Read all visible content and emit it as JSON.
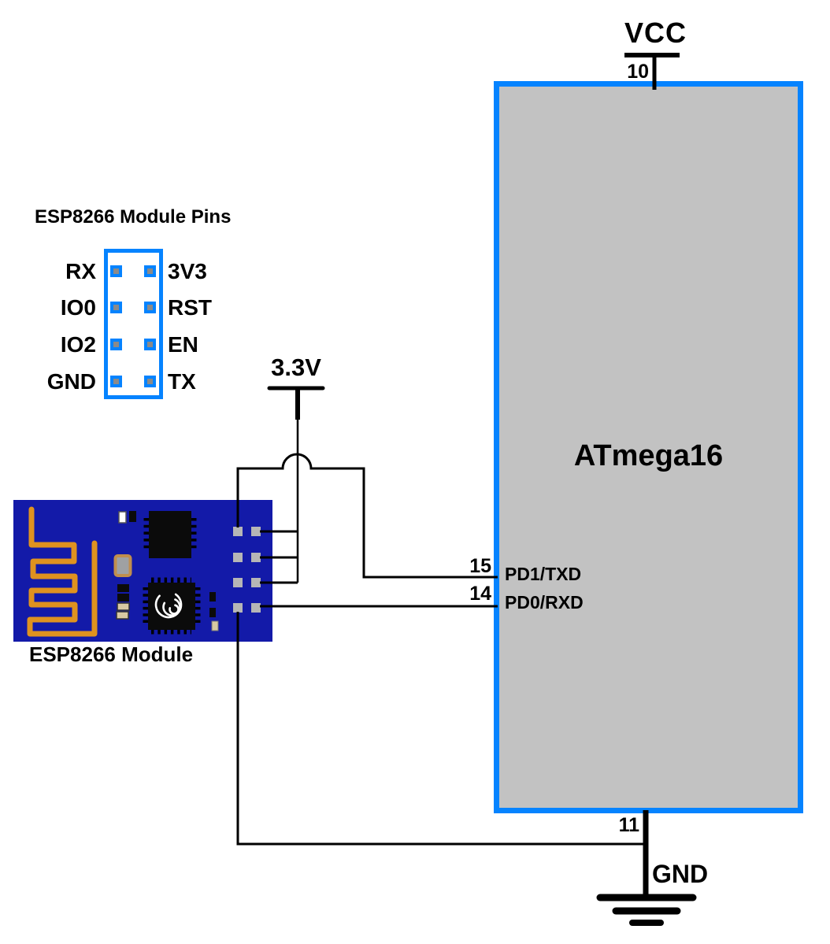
{
  "colors": {
    "outline_blue": "#0583FF",
    "atmega_fill": "#C2C2C2",
    "pcb_blue": "#131AA8",
    "antenna_orange": "#DF921F",
    "wire_black": "#000000",
    "pin_pad_gray": "#B6B6B6"
  },
  "atmega": {
    "label": "ATmega16",
    "vcc": {
      "label": "VCC",
      "pin": "10"
    },
    "gnd": {
      "label": "GND",
      "pin": "11"
    },
    "left_pins": [
      {
        "number": "15",
        "label": "PD1/TXD"
      },
      {
        "number": "14",
        "label": "PD0/RXD"
      }
    ]
  },
  "esp_legend": {
    "title": "ESP8266 Module Pins",
    "left": [
      "RX",
      "IO0",
      "IO2",
      "GND"
    ],
    "right": [
      "3V3",
      "RST",
      "EN",
      "TX"
    ]
  },
  "esp_module": {
    "label": "ESP8266 Module"
  },
  "power": {
    "rail_3v3": "3.3V"
  }
}
